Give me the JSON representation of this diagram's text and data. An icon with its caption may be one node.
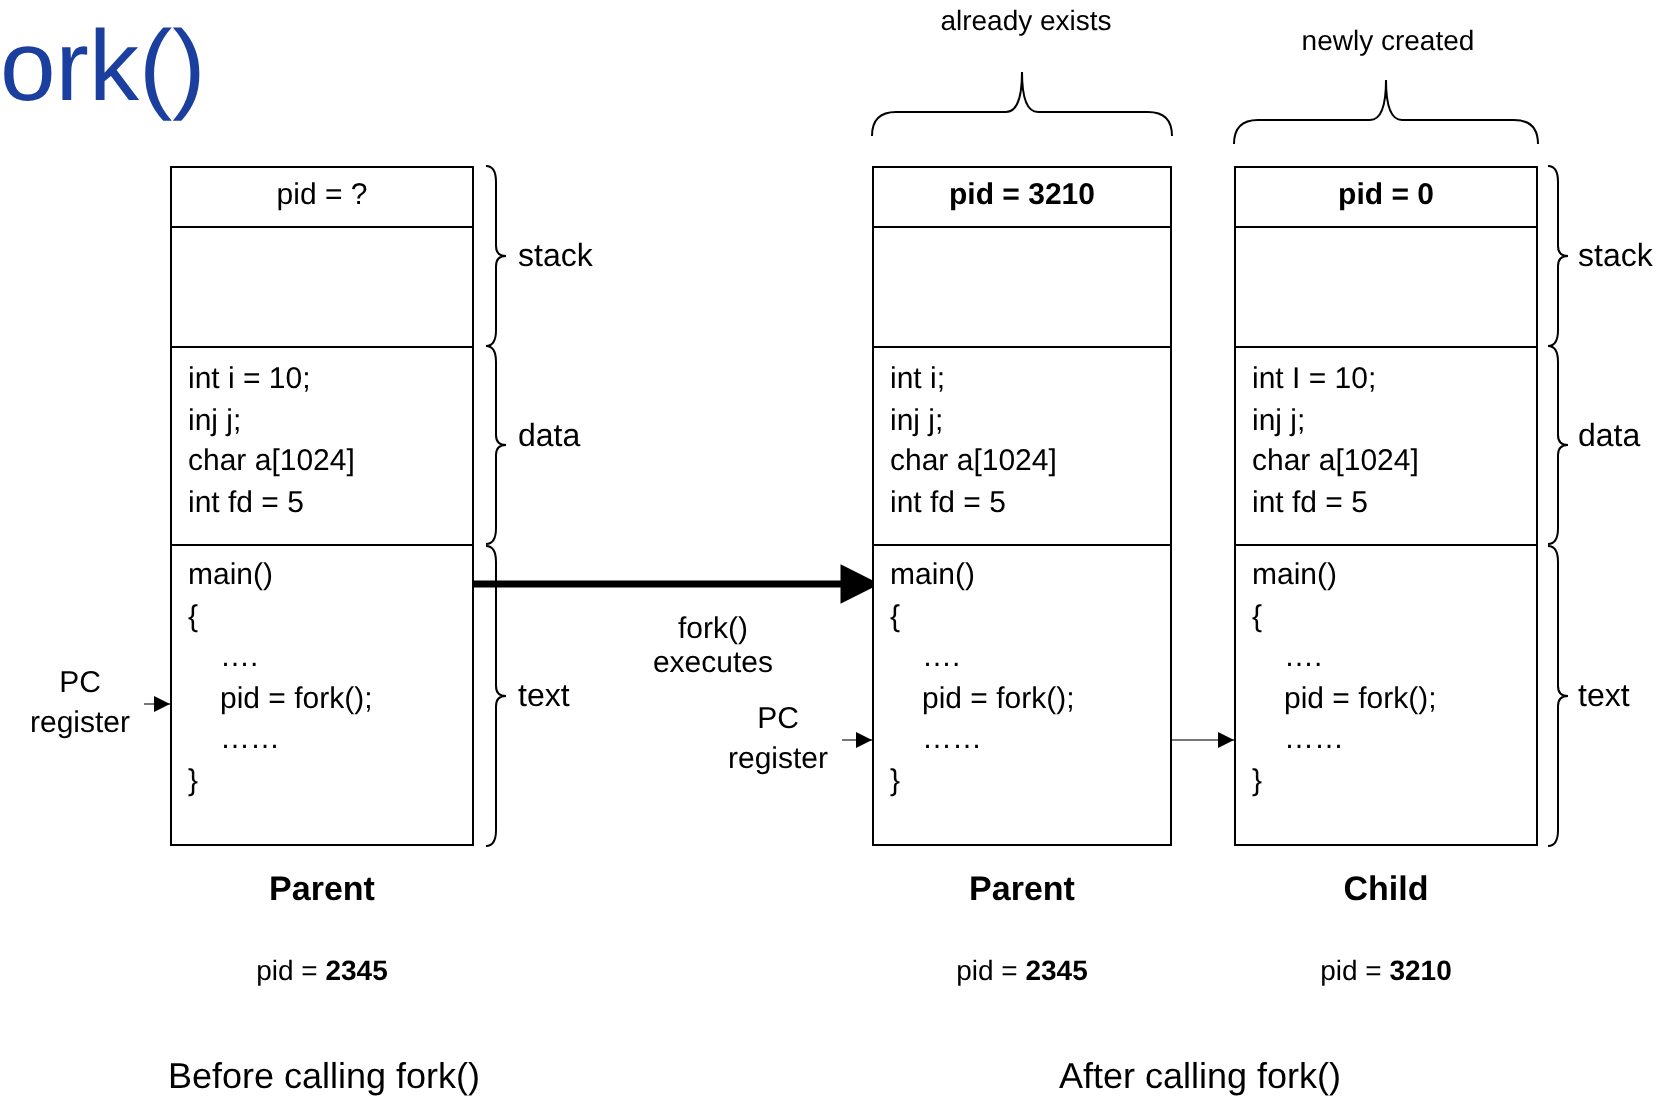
{
  "diagram": {
    "title": "ork()",
    "nodes": [
      {
        "text": [
          "Parent"
        ],
        "beside": [
          "pid = **2345**"
        ]
      },
      {
        "text": [
          "pid = ?"
        ],
        "in": 0
      },
      {
        "text": [],
        "shape": "box",
        "in": 0
      },
      {
        "text": [
          "int i = 10;",
          "inj j;",
          "char a[1024]",
          "int fd = 5"
        ],
        "in": 0
      },
      {
        "text": [
          "main()",
          "{",
          "….",
          "pid = fork();",
          "……",
          "}"
        ],
        "in": 0
      },
      {
        "text": [
          "PC register"
        ]
      },
      {
        "text": [
          "Parent"
        ],
        "beside": [
          "pid = **2345**"
        ]
      },
      {
        "text": [
          "pid = 3210"
        ],
        "in": 6
      },
      {
        "text": [],
        "shape": "box",
        "in": 6
      },
      {
        "text": [
          "int i;",
          "inj j;",
          "char a[1024]",
          "int fd = 5"
        ],
        "in": 6
      },
      {
        "text": [
          "main()",
          "{",
          "….",
          "pid = fork();",
          "……",
          "}"
        ],
        "in": 6
      },
      {
        "text": [
          "PC register"
        ]
      },
      {
        "text": [
          "Child"
        ],
        "beside": [
          "pid = **3210**"
        ]
      },
      {
        "text": [
          "pid = 0"
        ],
        "in": 12
      },
      {
        "text": [],
        "shape": "box",
        "in": 12
      },
      {
        "text": [
          "int I = 10;",
          "inj j;",
          "char a[1024]",
          "int fd = 5"
        ],
        "in": 12
      },
      {
        "text": [
          "main()",
          "{",
          "….",
          "pid = fork();",
          "……",
          "}"
        ],
        "in": 12
      }
    ],
    "edges": [
      {
        "from": 5,
        "to": 4,
        "arrow": "to"
      },
      {
        "from": 4,
        "to": 10,
        "arrow": "to",
        "label": "fork() executes",
        "style": "thick",
        "color": "#000000"
      },
      {
        "from": 11,
        "to": 10,
        "arrow": "to"
      },
      {
        "from": 10,
        "to": 16,
        "arrow": "to"
      }
    ],
    "labels": [
      "already exists",
      "newly created",
      "stack",
      "stack",
      "data",
      "data",
      "text",
      "text",
      "Before calling fork()",
      "After calling fork()"
    ]
  }
}
